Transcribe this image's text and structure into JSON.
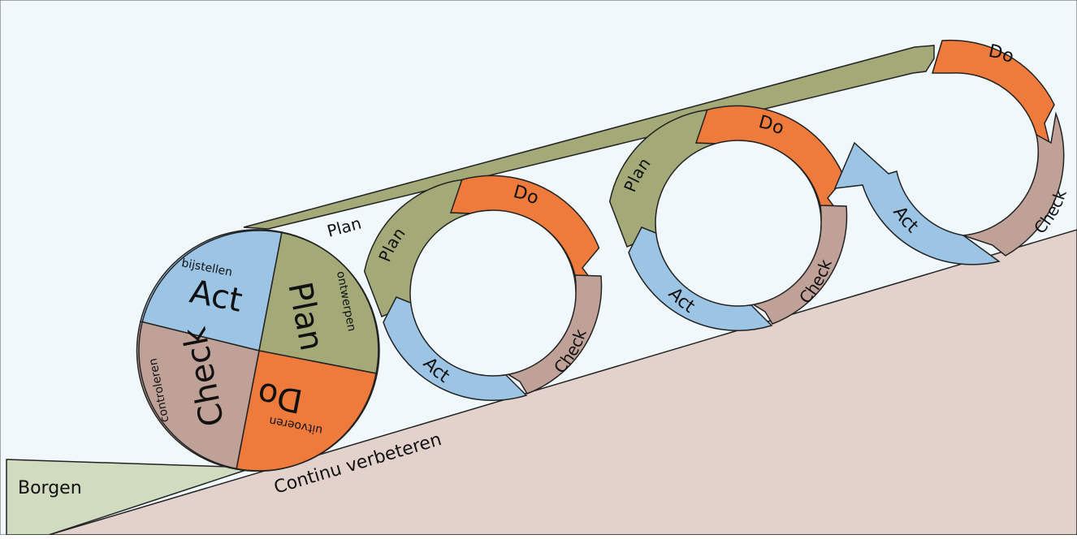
{
  "colors": {
    "plan": "#a3aa78",
    "do": "#ee7a3c",
    "check": "#bfa197",
    "act": "#9cc4e4",
    "sky": "#f1f8fc",
    "slope": "#e3d2cb",
    "borgen": "#d1dbbf"
  },
  "wedge": {
    "label": "Borgen"
  },
  "slope": {
    "label": "Continu verbeteren"
  },
  "track": {
    "label": "Plan"
  },
  "wheel": {
    "act_title": "Act",
    "act_sub": "bijstellen",
    "plan_title": "Plan",
    "plan_sub": "ontwerpen",
    "do_title": "Do",
    "do_sub": "uitvoeren",
    "check_title": "Check",
    "check_sub": "controleren"
  },
  "rings": [
    {
      "plan": "Plan",
      "do": "Do",
      "check": "Check",
      "act": "Act"
    },
    {
      "plan": "Plan",
      "do": "Do",
      "check": "Check",
      "act": "Act"
    },
    {
      "do": "Do",
      "check": "Check",
      "act": "Act"
    }
  ]
}
